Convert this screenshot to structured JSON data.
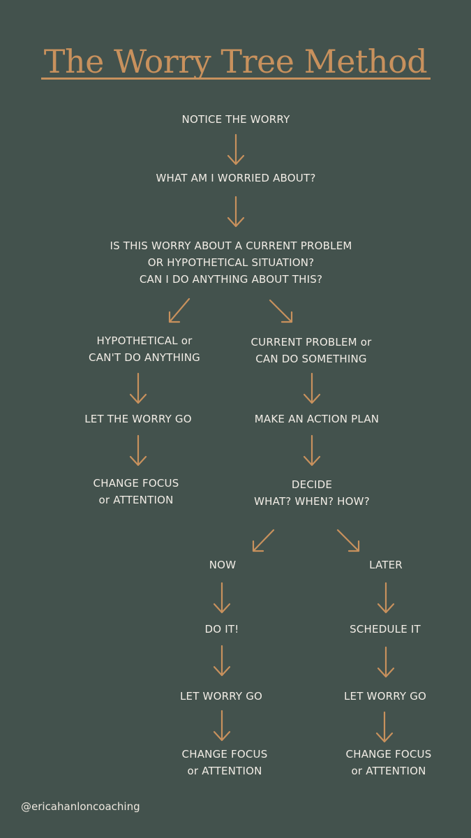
{
  "title": "The Worry Tree Method",
  "colors": {
    "background": "#43524d",
    "accent": "#c8915d",
    "text": "#f2ede6"
  },
  "nodes": {
    "notice": [
      "NOTICE THE WORRY"
    ],
    "what_worried": [
      "WHAT AM I WORRIED ABOUT?"
    ],
    "question": [
      "IS THIS WORRY ABOUT A CURRENT PROBLEM",
      "OR HYPOTHETICAL SITUATION?",
      "CAN I DO ANYTHING ABOUT THIS?"
    ],
    "hypothetical": [
      "HYPOTHETICAL or",
      "CAN'T DO ANYTHING"
    ],
    "current_problem": [
      "CURRENT PROBLEM or",
      "CAN DO SOMETHING"
    ],
    "let_go": [
      "LET THE WORRY GO"
    ],
    "action_plan": [
      "MAKE AN ACTION PLAN"
    ],
    "change_focus_left": [
      "CHANGE FOCUS",
      "or ATTENTION"
    ],
    "decide": [
      "DECIDE",
      "WHAT? WHEN? HOW?"
    ],
    "now": [
      "NOW"
    ],
    "later": [
      "LATER"
    ],
    "do_it": [
      "DO IT!"
    ],
    "schedule_it": [
      "SCHEDULE IT"
    ],
    "let_worry_go_now": [
      "LET WORRY GO"
    ],
    "let_worry_go_later": [
      "LET WORRY GO"
    ],
    "change_focus_now": [
      "CHANGE FOCUS",
      "or ATTENTION"
    ],
    "change_focus_later": [
      "CHANGE FOCUS",
      "or ATTENTION"
    ]
  },
  "handle": "@ericahanloncoaching"
}
